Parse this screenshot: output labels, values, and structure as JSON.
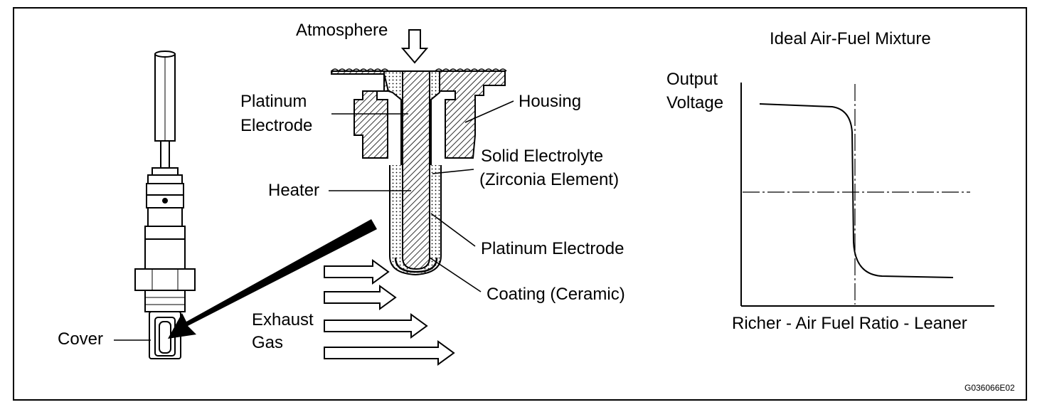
{
  "labels": {
    "atmosphere": "Atmosphere",
    "platinum_electrode_top": [
      "Platinum",
      "Electrode"
    ],
    "housing": "Housing",
    "solid_electrolyte": [
      "Solid Electrolyte",
      "(Zirconia Element)"
    ],
    "heater": "Heater",
    "platinum_electrode_lower": "Platinum Electrode",
    "coating": "Coating (Ceramic)",
    "exhaust_gas": [
      "Exhaust",
      "Gas"
    ],
    "cover": "Cover"
  },
  "graph": {
    "title": "Ideal Air-Fuel Mixture",
    "ylabel": [
      "Output",
      "Voltage"
    ],
    "xlabel": "Richer - Air Fuel Ratio - Leaner"
  },
  "figure_code": "G036066E02"
}
